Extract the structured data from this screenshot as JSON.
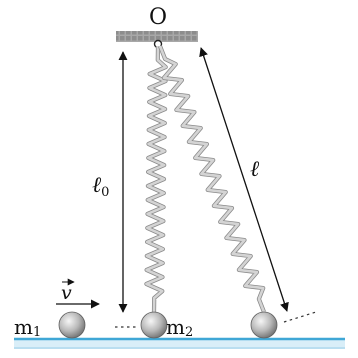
{
  "labels": {
    "pivot": "O",
    "rest_length": "ℓ",
    "rest_length_sub": "0",
    "stretched_length": "ℓ",
    "velocity": "v",
    "mass1": "m",
    "mass1_sub": "1",
    "mass2": "m",
    "mass2_sub": "2"
  },
  "colors": {
    "floor_top": "#3fa7d6",
    "floor_fill": "#cfe8f5",
    "spring": "#c8c8c8",
    "spring_shadow": "#8a8a8a",
    "ceiling": "#9a9a9a",
    "ball_light": "#f4f4f4",
    "ball_dark": "#6e6e6e",
    "ink": "#111111"
  }
}
